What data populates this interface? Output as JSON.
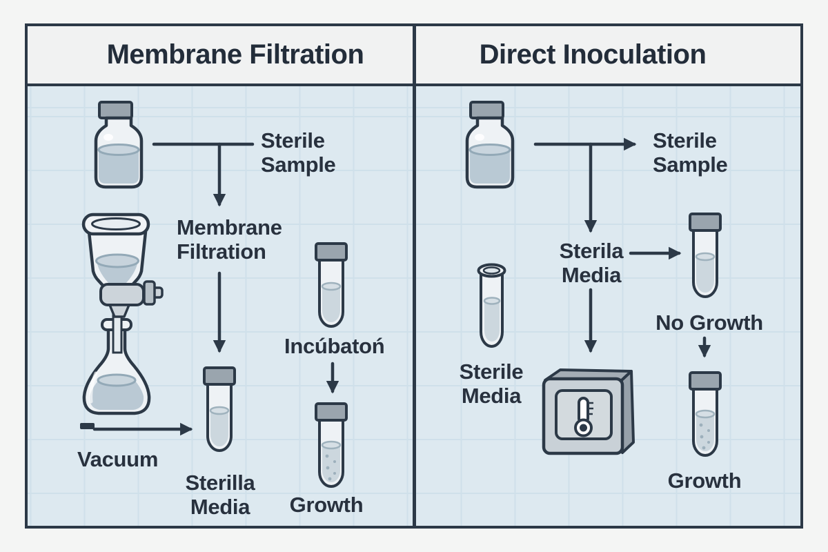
{
  "columns": {
    "left": {
      "title": "Membrane Filtration",
      "labels": {
        "sterile_sample": "Sterile\nSample",
        "membrane_filtration": "Membrane\nFiltration",
        "incubation": "Incúbatoń",
        "vacuum": "Vacuum",
        "sterile_media": "Sterilla\nMedia",
        "growth": "Growth"
      }
    },
    "right": {
      "title": "Direct Inoculation",
      "labels": {
        "sterile_sample": "Sterile\nSample",
        "sterile_media_step": "Sterila\nMedia",
        "no_growth": "No Growth",
        "sterile_media_tube": "Sterile\nMedia",
        "growth": "Growth"
      }
    }
  },
  "icons": {
    "left_column": [
      "vial-icon",
      "filter-funnel-icon",
      "stopcock-icon",
      "vacuum-flask-icon",
      "test-tube-icon",
      "arrow-icon"
    ],
    "right_column": [
      "vial-icon",
      "test-tube-icon",
      "incubator-icon",
      "thermometer-icon",
      "arrow-icon"
    ]
  },
  "colors": {
    "outline": "#2c3947",
    "margin_bg": "#f4f5f4",
    "header_bg": "#f1f2f2",
    "content_bg": "#dde9f0",
    "grid_line": "#cfe0ea",
    "glass": "#eef2f5",
    "liquid_dark": "#b9c9d4",
    "liquid_light": "#ccd7de",
    "cap_gray": "#9aa5ae",
    "text": "#28313e"
  }
}
